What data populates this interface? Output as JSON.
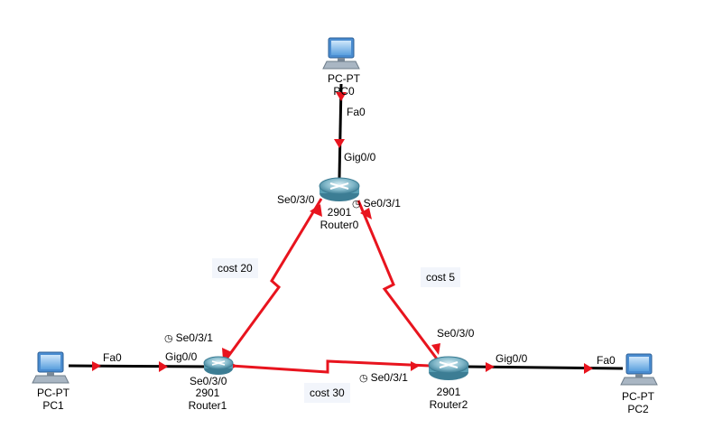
{
  "devices": {
    "pc0": {
      "type": "PC-PT",
      "name": "PC0"
    },
    "pc1": {
      "type": "PC-PT",
      "name": "PC1"
    },
    "pc2": {
      "type": "PC-PT",
      "name": "PC2"
    },
    "router0": {
      "model": "2901",
      "name": "Router0"
    },
    "router1": {
      "model": "2901",
      "name": "Router1"
    },
    "router2": {
      "model": "2901",
      "name": "Router2"
    }
  },
  "interfaces": {
    "pc0_fa": "Fa0",
    "r0_gig": "Gig0/0",
    "r0_se30": "Se0/3/0",
    "r0_se31": "Se0/3/1",
    "r1_se31": "Se0/3/1",
    "r1_gig": "Gig0/0",
    "r1_se30": "Se0/3/0",
    "pc1_fa": "Fa0",
    "r2_se30": "Se0/3/0",
    "r2_se31": "Se0/3/1",
    "r2_gig": "Gig0/0",
    "pc2_fa": "Fa0"
  },
  "links": {
    "r0_r1_cost": "cost 20",
    "r0_r2_cost": "cost 5",
    "r1_r2_cost": "cost 30"
  },
  "clock_glyph": "◷",
  "colors": {
    "serial": "#e8141e",
    "ethernet": "#000000",
    "router": "#5a9fb4",
    "pc": "#4a8cd0"
  }
}
